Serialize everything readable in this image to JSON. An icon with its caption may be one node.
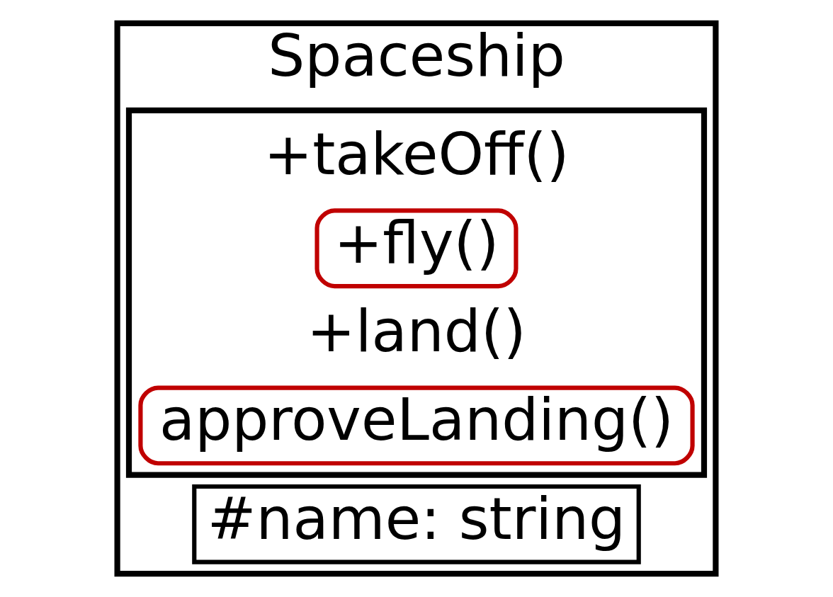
{
  "diagram": {
    "nodes": [
      {
        "text": [
          "Spaceship"
        ]
      },
      {
        "text": [
          "#name: string"
        ],
        "in": 0
      },
      {
        "text": [],
        "shape": "box",
        "in": 0
      },
      {
        "text": [
          "+fly()"
        ],
        "in": 2
      },
      {
        "text": [
          "approveLanding()"
        ],
        "in": 2
      }
    ],
    "labels": [
      "+takeOff()",
      "+land()"
    ]
  }
}
